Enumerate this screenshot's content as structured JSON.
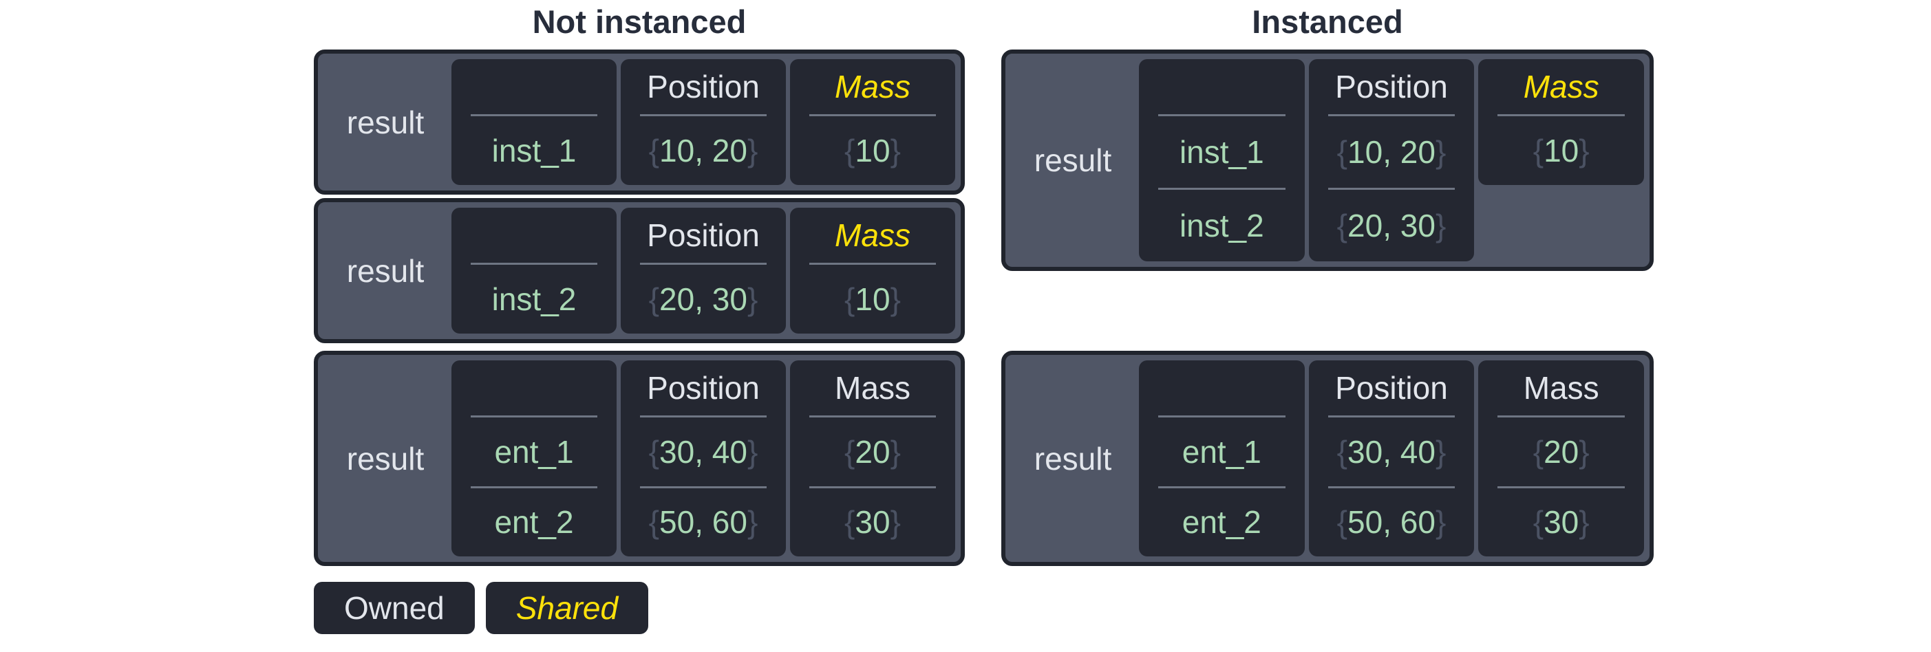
{
  "colors": {
    "page_bg": "#ffffff",
    "title_text": "#272d3b",
    "table_bg": "#505666",
    "table_border": "#20242d",
    "cell_bg": "#242731",
    "divider": "#6e7583",
    "owned_text": "#e3e6ec",
    "shared_text": "#ffe20a",
    "value_text": "#aad8b4",
    "brace_text": "#4b5263"
  },
  "sections": [
    {
      "id": "not-instanced",
      "title": "Not instanced",
      "tables": [
        {
          "result_label": "result",
          "layout": "t-l1",
          "columns": [
            {
              "header": "",
              "shared_header": false,
              "fit": false,
              "values": [
                {
                  "text": "inst_1",
                  "braces": false
                }
              ]
            },
            {
              "header": "Position",
              "shared_header": false,
              "fit": false,
              "values": [
                {
                  "text": "10, 20",
                  "braces": true
                }
              ]
            },
            {
              "header": "Mass",
              "shared_header": true,
              "fit": false,
              "values": [
                {
                  "text": "10",
                  "braces": true
                }
              ]
            }
          ]
        },
        {
          "result_label": "result",
          "layout": "t-l2",
          "columns": [
            {
              "header": "",
              "shared_header": false,
              "fit": false,
              "values": [
                {
                  "text": "inst_2",
                  "braces": false
                }
              ]
            },
            {
              "header": "Position",
              "shared_header": false,
              "fit": false,
              "values": [
                {
                  "text": "20, 30",
                  "braces": true
                }
              ]
            },
            {
              "header": "Mass",
              "shared_header": true,
              "fit": false,
              "values": [
                {
                  "text": "10",
                  "braces": true
                }
              ]
            }
          ]
        },
        {
          "result_label": "result",
          "layout": "t-l3",
          "columns": [
            {
              "header": "",
              "shared_header": false,
              "fit": false,
              "values": [
                {
                  "text": "ent_1",
                  "braces": false
                },
                {
                  "text": "ent_2",
                  "braces": false
                }
              ]
            },
            {
              "header": "Position",
              "shared_header": false,
              "fit": false,
              "values": [
                {
                  "text": "30, 40",
                  "braces": true
                },
                {
                  "text": "50, 60",
                  "braces": true
                }
              ]
            },
            {
              "header": "Mass",
              "shared_header": false,
              "fit": false,
              "values": [
                {
                  "text": "20",
                  "braces": true
                },
                {
                  "text": "30",
                  "braces": true
                }
              ]
            }
          ]
        }
      ]
    },
    {
      "id": "instanced",
      "title": "Instanced",
      "tables": [
        {
          "result_label": "result",
          "layout": "t-r1",
          "columns": [
            {
              "header": "",
              "shared_header": false,
              "fit": false,
              "values": [
                {
                  "text": "inst_1",
                  "braces": false
                },
                {
                  "text": "inst_2",
                  "braces": false
                }
              ]
            },
            {
              "header": "Position",
              "shared_header": false,
              "fit": false,
              "values": [
                {
                  "text": "10, 20",
                  "braces": true
                },
                {
                  "text": "20, 30",
                  "braces": true
                }
              ]
            },
            {
              "header": "Mass",
              "shared_header": true,
              "fit": true,
              "values": [
                {
                  "text": "10",
                  "braces": true
                }
              ]
            }
          ]
        },
        {
          "result_label": "result",
          "layout": "t-r2",
          "columns": [
            {
              "header": "",
              "shared_header": false,
              "fit": false,
              "values": [
                {
                  "text": "ent_1",
                  "braces": false
                },
                {
                  "text": "ent_2",
                  "braces": false
                }
              ]
            },
            {
              "header": "Position",
              "shared_header": false,
              "fit": false,
              "values": [
                {
                  "text": "30, 40",
                  "braces": true
                },
                {
                  "text": "50, 60",
                  "braces": true
                }
              ]
            },
            {
              "header": "Mass",
              "shared_header": false,
              "fit": false,
              "values": [
                {
                  "text": "20",
                  "braces": true
                },
                {
                  "text": "30",
                  "braces": true
                }
              ]
            }
          ]
        }
      ]
    }
  ],
  "legend": {
    "items": [
      {
        "label": "Owned",
        "style": "owned"
      },
      {
        "label": "Shared",
        "style": "shared"
      }
    ]
  },
  "braces": {
    "open": "{",
    "close": "}"
  }
}
